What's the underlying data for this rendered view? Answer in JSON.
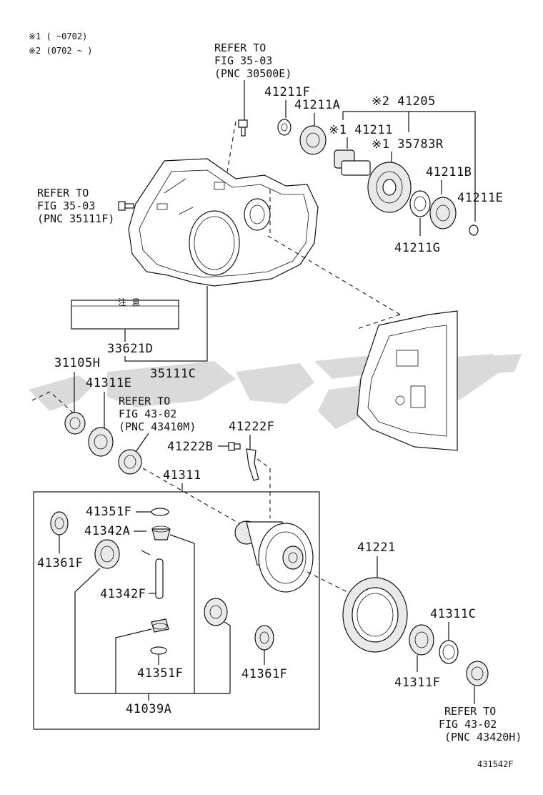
{
  "notes": {
    "note1": "※1 (      ~0702)",
    "note2": "※2 (0702 ~      )"
  },
  "refs": {
    "ref_top": [
      "REFER TO",
      "FIG 35-03",
      "(PNC 30500E)"
    ],
    "ref_left": [
      "REFER TO",
      "FIG 35-03",
      "(PNC 35111F)"
    ],
    "ref_mid": [
      "REFER TO",
      "FIG 43-02",
      "(PNC 43410M)"
    ],
    "ref_bottom": [
      "REFER TO",
      "FIG 43-02",
      "(PNC 43420H)"
    ]
  },
  "labels": {
    "p41211F": "41211F",
    "p41211A": "41211A",
    "p41205": "※2 41205",
    "p41211": "※1 41211",
    "p35783R": "※1 35783R",
    "p41211B": "41211B",
    "p41211E": "41211E",
    "p41211G": "41211G",
    "p33621D": "33621D",
    "p35111C": "35111C",
    "p31105H": "31105H",
    "p41311E": "41311E",
    "p41222F": "41222F",
    "p41222B": "41222B",
    "p41311": "41311",
    "p41351F_a": "41351F",
    "p41342A": "41342A",
    "p41361F_a": "41361F",
    "p41342F": "41342F",
    "p41351F_b": "41351F",
    "p41361F_b": "41361F",
    "p41039A": "41039A",
    "p41221": "41221",
    "p41311C": "41311C",
    "p41311F": "41311F"
  },
  "label_box_text": "注 意",
  "figure_id": "431542F",
  "watermark_color": "#d6d6d6"
}
